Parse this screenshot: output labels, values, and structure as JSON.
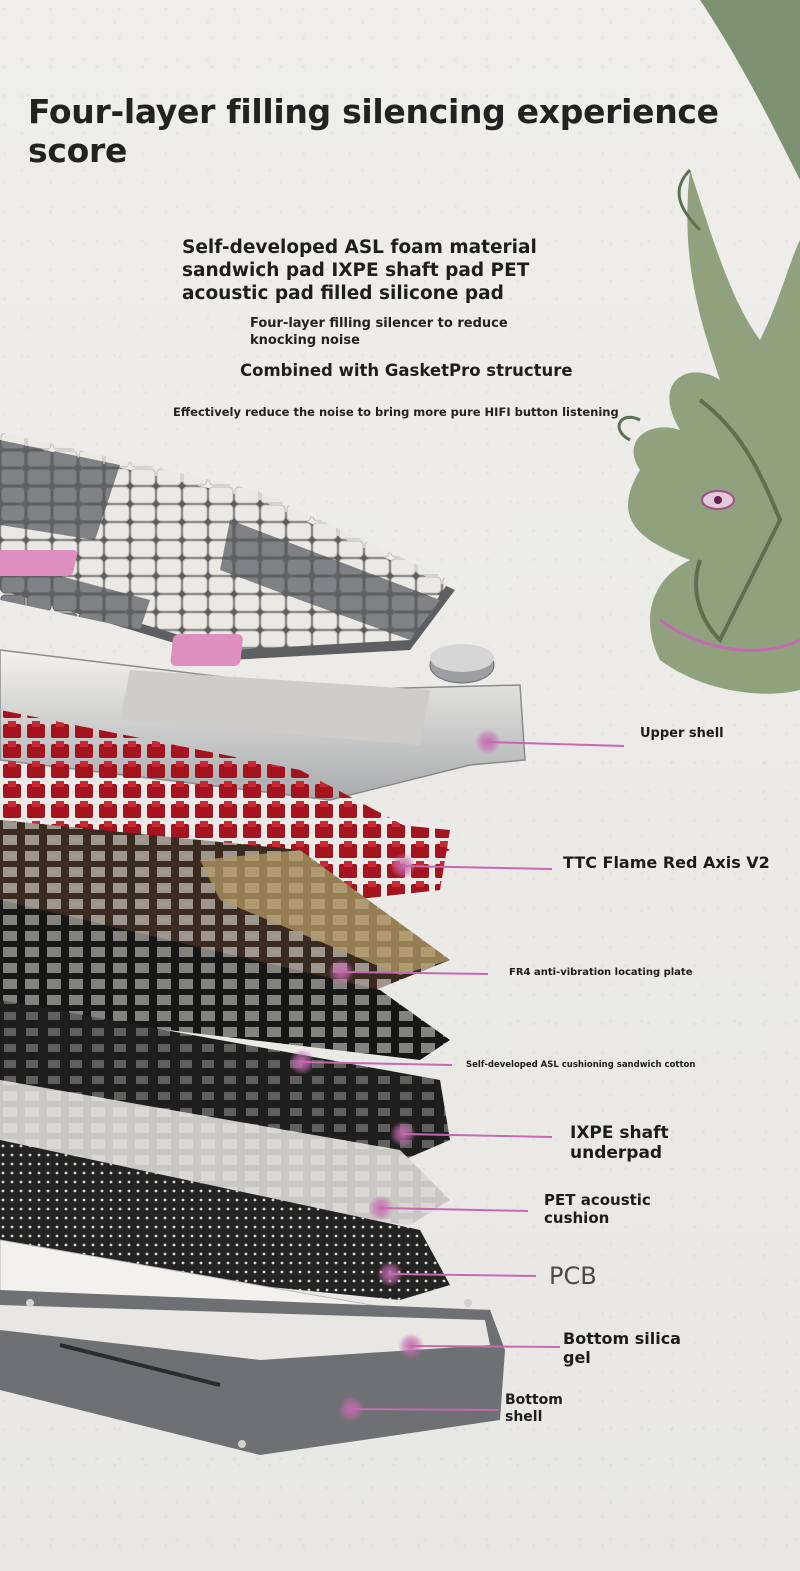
{
  "headline": "Four-layer filling silencing experience score",
  "intro": {
    "materials": "Self-developed ASL foam material sandwich pad IXPE shaft pad PET acoustic pad filled silicone pad",
    "silencer": "Four-layer filling silencer to reduce knocking noise",
    "structure": "Combined with GasketPro structure",
    "benefit": "Effectively reduce the noise to bring more pure HIFI button listening"
  },
  "layers": {
    "upper_shell": "Upper shell",
    "switches": "TTC Flame Red Axis V2",
    "plate": "FR4 anti-vibration locating plate",
    "sandwich": "Self-developed ASL cushioning sandwich cotton",
    "ixpe": "IXPE shaft underpad",
    "pet": "PET acoustic cushion",
    "pcb": "PCB",
    "silica": "Bottom silica gel",
    "bottom_shell": "Bottom shell"
  },
  "colors": {
    "accent": "#c46bb0",
    "switch_red": "#a3141e",
    "keycap_white": "#ebe9e4",
    "keycap_gray": "#7c7d80",
    "keycap_pink": "#de8fbf",
    "plate_gold": "#b59b66",
    "dragon_green": "#8fa27d"
  }
}
